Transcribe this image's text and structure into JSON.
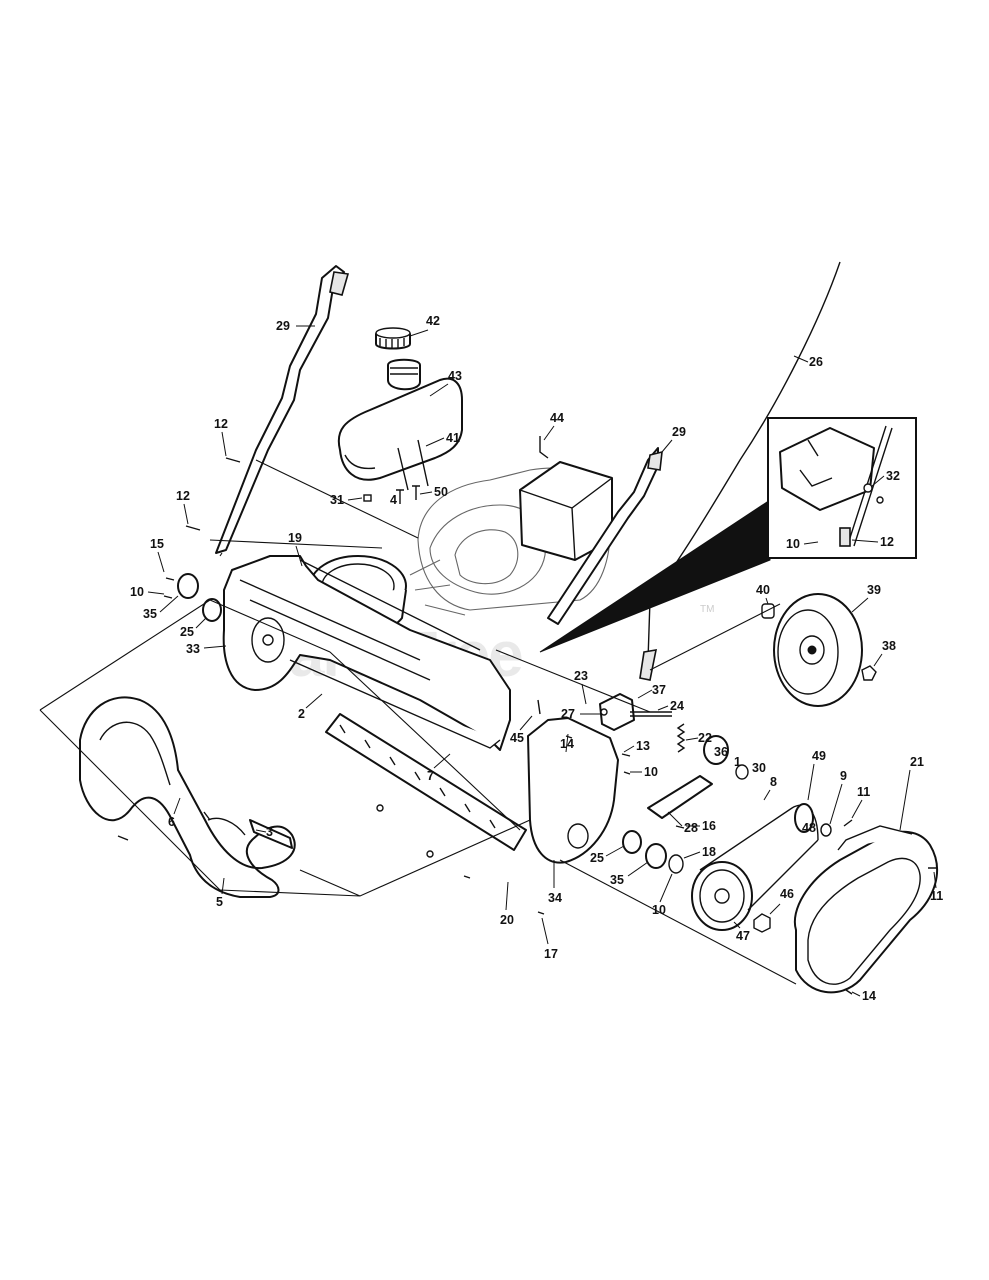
{
  "watermark": {
    "text": "PartsTree",
    "tm": "TM"
  },
  "parts": {
    "p1": "1",
    "p2": "2",
    "p3": "3",
    "p4": "4",
    "p5": "5",
    "p6": "6",
    "p7": "7",
    "p8": "8",
    "p9": "9",
    "p10a": "10",
    "p10b": "10",
    "p10c": "10",
    "p10d": "10",
    "p11a": "11",
    "p11b": "11",
    "p12a": "12",
    "p12b": "12",
    "p12c": "12",
    "p13": "13",
    "p14a": "14",
    "p14b": "14",
    "p15": "15",
    "p16": "16",
    "p17": "17",
    "p18": "18",
    "p19": "19",
    "p20": "20",
    "p21": "21",
    "p22": "22",
    "p23": "23",
    "p24": "24",
    "p25a": "25",
    "p25b": "25",
    "p26": "26",
    "p27": "27",
    "p28": "28",
    "p29a": "29",
    "p29b": "29",
    "p30": "30",
    "p31": "31",
    "p32": "32",
    "p33": "33",
    "p34": "34",
    "p35a": "35",
    "p35b": "35",
    "p36": "36",
    "p37": "37",
    "p38": "38",
    "p39": "39",
    "p40": "40",
    "p41": "41",
    "p42": "42",
    "p43": "43",
    "p44": "44",
    "p45": "45",
    "p46": "46",
    "p47": "47",
    "p48": "48",
    "p49": "49",
    "p50": "50"
  }
}
